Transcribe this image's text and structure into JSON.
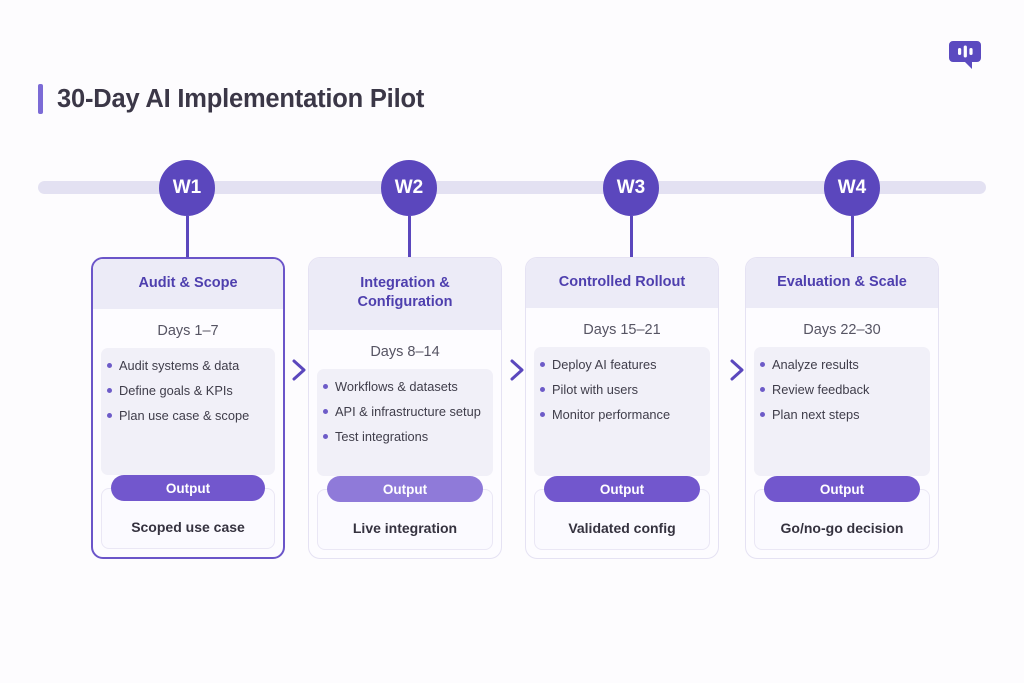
{
  "header": {
    "title": "30-Day AI Implementation Pilot",
    "logo_icon": "chat-bubble-waveform-icon"
  },
  "colors": {
    "accent": "#5b47bd",
    "pill": "#7257cd",
    "pill_light": "#8f7ad9",
    "timeline_track": "#e3e1f2",
    "header_band": "#ecebf7",
    "bullet_panel": "#f1f0f8",
    "active_border": "#6b55c9",
    "background": "#fdfcfe"
  },
  "timeline": {
    "markers": [
      {
        "label": "W1"
      },
      {
        "label": "W2"
      },
      {
        "label": "W3"
      },
      {
        "label": "W4"
      }
    ]
  },
  "chevron_icon": "chevron-right-icon",
  "output_label": "Output",
  "phases": [
    {
      "title": "Audit & Scope",
      "days": "Days 1–7",
      "bullets": [
        "Audit systems & data",
        "Define goals & KPIs",
        "Plan use case & scope"
      ],
      "output_label": "Output",
      "output_value": "Scoped use case",
      "active": true
    },
    {
      "title": "Integration & Configuration",
      "days": "Days 8–14",
      "bullets": [
        "Workflows & datasets",
        "API & infrastructure setup",
        "Test integrations"
      ],
      "output_label": "Output",
      "output_value": "Live integration",
      "active": false
    },
    {
      "title": "Controlled Rollout",
      "days": "Days 15–21",
      "bullets": [
        "Deploy AI features",
        "Pilot with users",
        "Monitor performance"
      ],
      "output_label": "Output",
      "output_value": "Validated config",
      "active": false
    },
    {
      "title": "Evaluation & Scale",
      "days": "Days 22–30",
      "bullets": [
        "Analyze results",
        "Review feedback",
        "Plan next steps"
      ],
      "output_label": "Output",
      "output_value": "Go/no-go decision",
      "active": false
    }
  ]
}
